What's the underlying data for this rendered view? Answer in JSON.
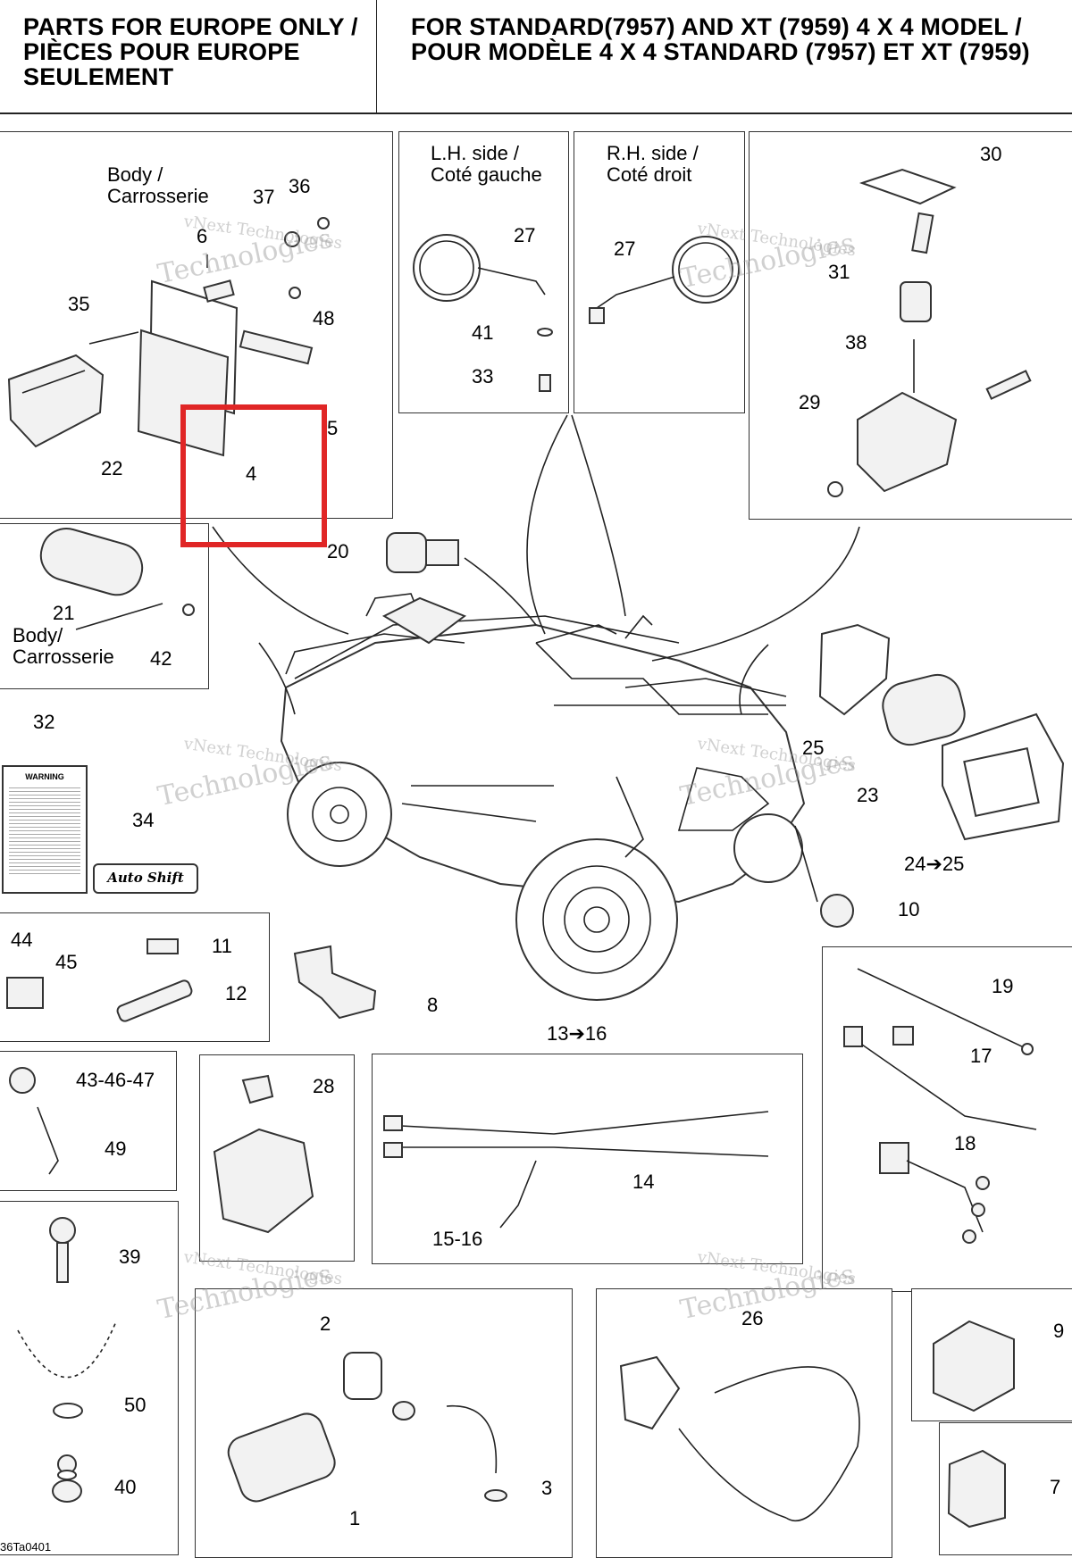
{
  "header": {
    "left": "PARTS FOR EUROPE ONLY /\nPIÈCES POUR EUROPE\nSEULEMENT",
    "right": "FOR STANDARD(7957) AND XT (7959) 4 X 4 MODEL /\nPOUR MODÈLE 4 X 4 STANDARD (7957) ET XT (7959)"
  },
  "captions": {
    "body_top": "Body /\nCarrosserie",
    "lh_side": "L.H. side /\nCoté gauche",
    "rh_side": "R.H. side /\nCoté droit",
    "body_mid": "Body/\nCarrosserie"
  },
  "callouts": {
    "p1": "1",
    "p2": "2",
    "p3": "3",
    "p4": "4",
    "p5": "5",
    "p6": "6",
    "p7": "7",
    "p8": "8",
    "p9": "9",
    "p10": "10",
    "p11": "11",
    "p12": "12",
    "p13_16": "13➔16",
    "p14": "14",
    "p15_16": "15-16",
    "p17": "17",
    "p18": "18",
    "p19": "19",
    "p20": "20",
    "p21": "21",
    "p22": "22",
    "p23": "23",
    "p24_25": "24➔25",
    "p25": "25",
    "p26": "26",
    "p27a": "27",
    "p27b": "27",
    "p28": "28",
    "p29": "29",
    "p30": "30",
    "p31": "31",
    "p32": "32",
    "p33": "33",
    "p34": "34",
    "p35": "35",
    "p36": "36",
    "p37": "37",
    "p38": "38",
    "p39": "39",
    "p40": "40",
    "p41": "41",
    "p42": "42",
    "p43_46_47": "43-46-47",
    "p44": "44",
    "p45": "45",
    "p48": "48",
    "p49": "49",
    "p50": "50"
  },
  "decal": {
    "warning": "WARNING",
    "autoshift": "Auto Shift"
  },
  "watermark": {
    "line1": "vNext Technologies",
    "line2": "Technologies"
  },
  "drawing_code": "36Ta0401",
  "colors": {
    "highlight": "#e02626",
    "line": "#222222",
    "watermark": "#969696"
  }
}
